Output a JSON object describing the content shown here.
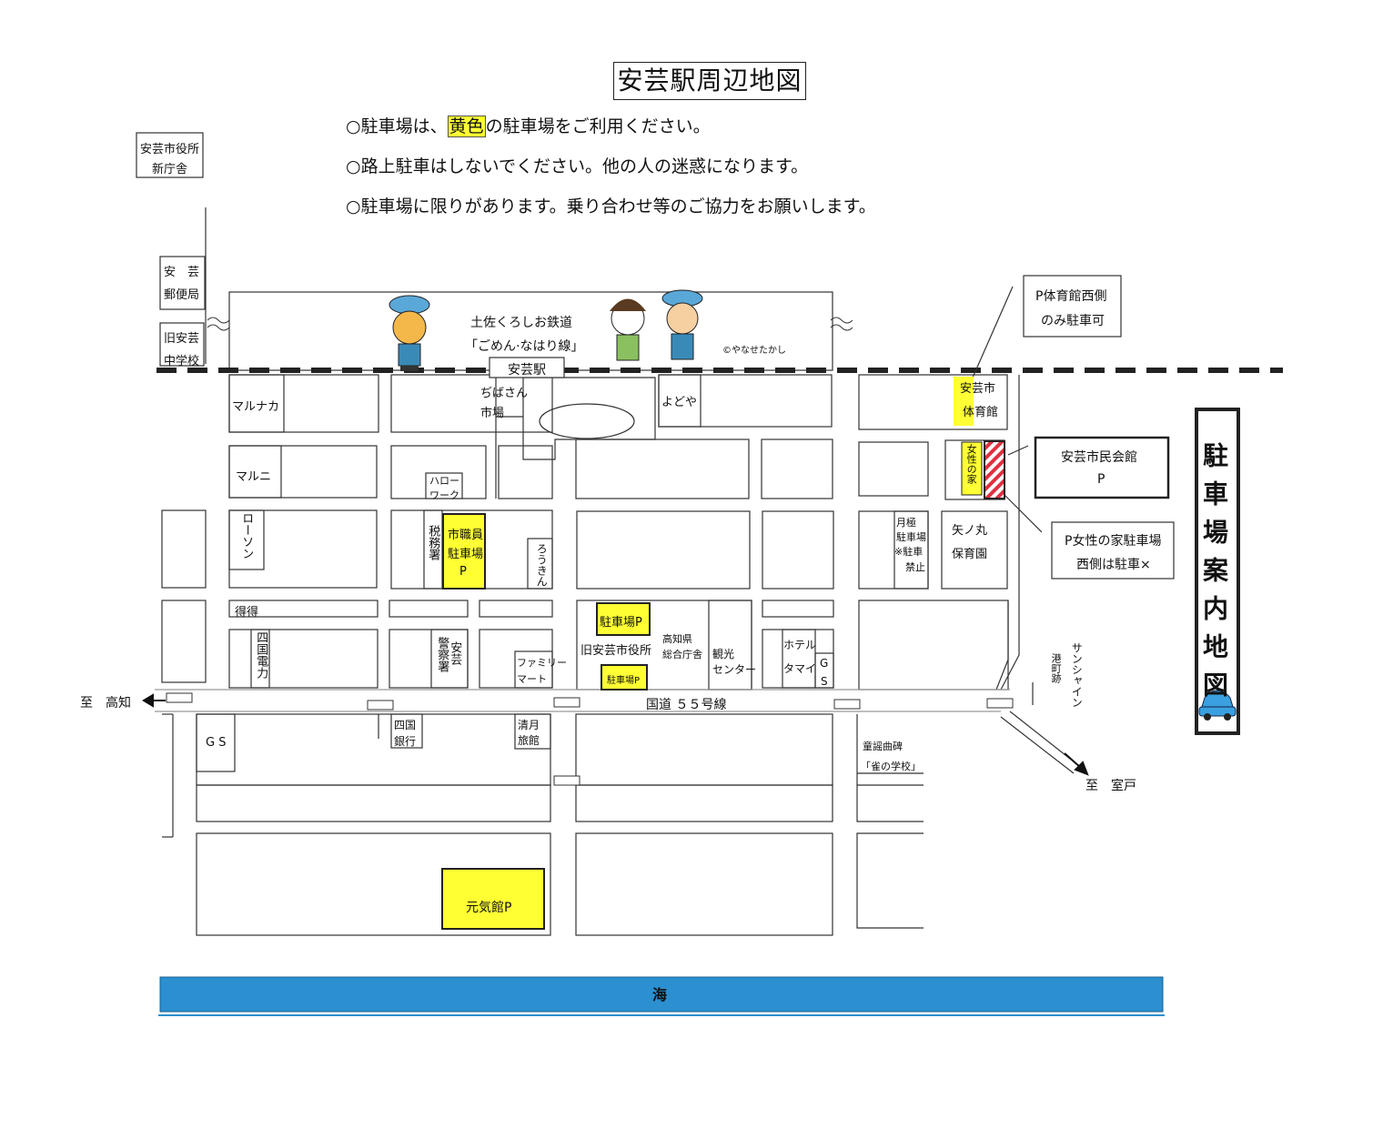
{
  "title": "安芸駅周辺地図",
  "notes": {
    "line1_pre": "○駐車場は、",
    "line1_hl": "黄色",
    "line1_post": "の駐車場をご利用ください。",
    "line2": "○路上駐車はしないでください。他の人の迷惑になります。",
    "line3": "○駐車場に限りがあります。乗り合わせ等のご協力をお願いします。"
  },
  "side_title": "駐車場案内地図",
  "railway": {
    "name": "土佐くろしお鉄道",
    "line": "「ごめん·なはり線」",
    "copyright": "©やなせたかし",
    "station": "安芸駅"
  },
  "labels": {
    "cityhall_new_1": "安芸市役所",
    "cityhall_new_2": "新庁舎",
    "post_1": "安　芸",
    "post_2": "郵便局",
    "oldschool_1": "旧安芸",
    "oldschool_2": "中学校",
    "marunaka": "マルナカ",
    "maruni": "マルニ",
    "lawson": "ローソン",
    "tokutoku": "得得",
    "shikoku_denryoku": "四国電力",
    "chibasan_1": "ぢばさん",
    "chibasan_2": "市場",
    "yodoya": "よどや",
    "hellowork_1": "ハロー",
    "hellowork_2": "ワーク",
    "zeimusho": "税務署",
    "staff_parking_1": "市職員",
    "staff_parking_2": "駐車場",
    "staff_parking_3": "P",
    "roukin": "ろうきん",
    "police_1": "安芸",
    "police_2": "警察署",
    "familymart_1": "ファミリー",
    "familymart_2": "マート",
    "parking_p": "駐車場P",
    "old_cityhall": "旧安芸市役所",
    "parking_p_small": "駐車場P",
    "kochi_pref_1": "高知県",
    "kochi_pref_2": "総合庁舎",
    "kanko_1": "観光",
    "kanko_2": "センター",
    "hotel_1": "ホテル",
    "hotel_2": "タマイ",
    "gs_small_1": "G",
    "gs_small_2": "S",
    "gym_1": "安芸市",
    "gym_2": "体育館",
    "gym_note_1": "P体育館西側",
    "gym_note_2": "のみ駐車可",
    "josei_no_ie": "女性の家",
    "minkaikan_1": "安芸市民会館",
    "minkaikan_2": "P",
    "monthly_1": "月極",
    "monthly_2": "駐車場",
    "monthly_3": "※駐車",
    "monthly_4": "禁止",
    "yanomaru_1": "矢ノ丸",
    "yanomaru_2": "保育園",
    "josei_note_1": "P女性の家駐車場",
    "josei_note_2": "西側は駐車×",
    "sunshine": "サンシャイン",
    "minatomachi": "港町跡",
    "to_kochi": "至　高知",
    "to_muroto": "至　室戸",
    "route55": "国道 ５５号線",
    "gs_big": "G S",
    "shikoku_bank_1": "四国",
    "shikoku_bank_2": "銀行",
    "seigetsu_1": "清月",
    "seigetsu_2": "旅館",
    "douyo_1": "童謡曲碑",
    "douyo_2": "「雀の学校」",
    "genkikan": "元気館P",
    "sea": "海"
  },
  "colors": {
    "parking_yellow": "#ffff33",
    "sea_blue": "#2b8fd0",
    "hatch_red": "#e03040",
    "rail": "#222222"
  }
}
